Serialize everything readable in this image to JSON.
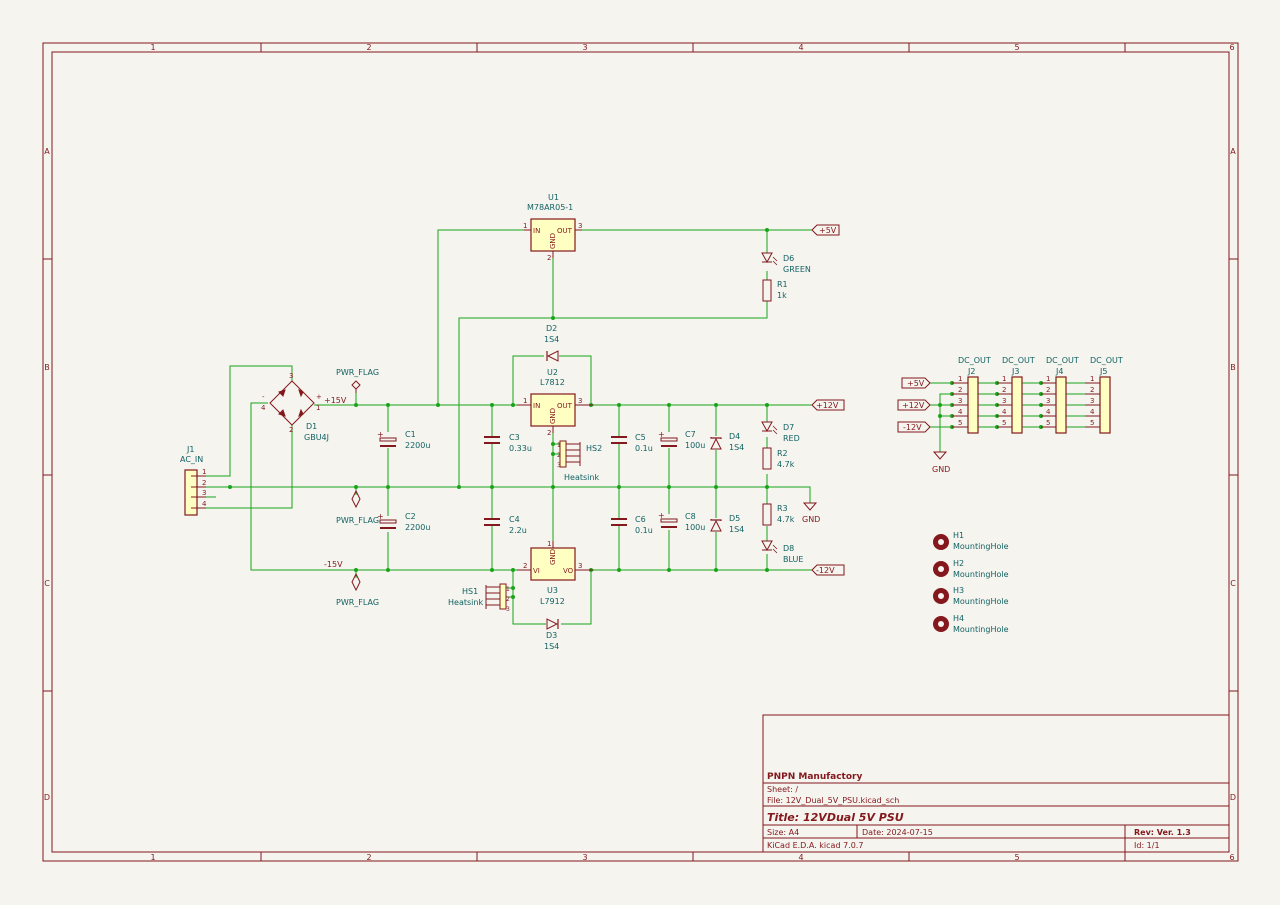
{
  "frame": {
    "columns": [
      "1",
      "2",
      "3",
      "4",
      "5",
      "6"
    ],
    "rows": [
      "A",
      "B",
      "C",
      "D"
    ]
  },
  "title_block": {
    "company": "PNPN Manufactory",
    "sheet": "Sheet: /",
    "file": "File: 12V_Dual_5V_PSU.kicad_sch",
    "title": "Title: 12VDual 5V PSU",
    "size": "Size: A4",
    "date": "Date: 2024-07-15",
    "rev": "Rev: Ver. 1.3",
    "tool": "KiCad E.D.A.  kicad 7.0.7",
    "id": "Id: 1/1"
  },
  "nets": {
    "plus15": "+15V",
    "minus15": "-15V",
    "plus5": "+5V",
    "plus12": "+12V",
    "minus12": "-12V",
    "gnd": "GND",
    "pwr_flag": "PWR_FLAG"
  },
  "components": {
    "j1": {
      "ref": "J1",
      "value": "AC_IN",
      "pins": [
        "1",
        "2",
        "3",
        "4"
      ]
    },
    "d1": {
      "ref": "D1",
      "value": "GBU4J",
      "plus": "+",
      "minus": "-",
      "p1": "1",
      "p2": "2",
      "p3": "3",
      "p4": "4"
    },
    "u1": {
      "ref": "U1",
      "value": "M78AR05-1",
      "in": "IN",
      "out": "OUT",
      "gnd": "GND",
      "p1": "1",
      "p2": "2",
      "p3": "3"
    },
    "u2": {
      "ref": "U2",
      "value": "L7812",
      "in": "IN",
      "out": "OUT",
      "gnd": "GND",
      "p1": "1",
      "p2": "2",
      "p3": "3"
    },
    "u3": {
      "ref": "U3",
      "value": "L7912",
      "vi": "VI",
      "vo": "VO",
      "gnd": "GND",
      "p1": "1",
      "p2": "2",
      "p3": "3"
    },
    "c1": {
      "ref": "C1",
      "value": "2200u"
    },
    "c2": {
      "ref": "C2",
      "value": "2200u"
    },
    "c3": {
      "ref": "C3",
      "value": "0.33u"
    },
    "c4": {
      "ref": "C4",
      "value": "2.2u"
    },
    "c5": {
      "ref": "C5",
      "value": "0.1u"
    },
    "c6": {
      "ref": "C6",
      "value": "0.1u"
    },
    "c7": {
      "ref": "C7",
      "value": "100u"
    },
    "c8": {
      "ref": "C8",
      "value": "100u"
    },
    "d2": {
      "ref": "D2",
      "value": "1S4"
    },
    "d3": {
      "ref": "D3",
      "value": "1S4"
    },
    "d4": {
      "ref": "D4",
      "value": "1S4"
    },
    "d5": {
      "ref": "D5",
      "value": "1S4"
    },
    "d6": {
      "ref": "D6",
      "value": "GREEN"
    },
    "d7": {
      "ref": "D7",
      "value": "RED"
    },
    "d8": {
      "ref": "D8",
      "value": "BLUE"
    },
    "r1": {
      "ref": "R1",
      "value": "1k"
    },
    "r2": {
      "ref": "R2",
      "value": "4.7k"
    },
    "r3": {
      "ref": "R3",
      "value": "4.7k"
    },
    "hs1": {
      "ref": "HS1",
      "value": "Heatsink",
      "pins": [
        "1",
        "2",
        "3"
      ]
    },
    "hs2": {
      "ref": "HS2",
      "value": "Heatsink",
      "pins": [
        "1",
        "2",
        "3"
      ]
    },
    "j2": {
      "ref": "J2",
      "value": "DC_OUT"
    },
    "j3": {
      "ref": "J3",
      "value": "DC_OUT"
    },
    "j4": {
      "ref": "J4",
      "value": "DC_OUT"
    },
    "j5": {
      "ref": "J5",
      "value": "DC_OUT"
    },
    "connector_pins": [
      "1",
      "2",
      "3",
      "4",
      "5"
    ],
    "h1": {
      "ref": "H1",
      "value": "MountingHole"
    },
    "h2": {
      "ref": "H2",
      "value": "MountingHole"
    },
    "h3": {
      "ref": "H3",
      "value": "MountingHole"
    },
    "h4": {
      "ref": "H4",
      "value": "MountingHole"
    }
  },
  "colors": {
    "background": "#f5f4ef",
    "frame": "#84181c",
    "wire": "#18a518",
    "symbol": "#84181c",
    "symbol_fill": "#ffffc2",
    "ref_text": "#126263",
    "pin_text": "#84181c"
  }
}
